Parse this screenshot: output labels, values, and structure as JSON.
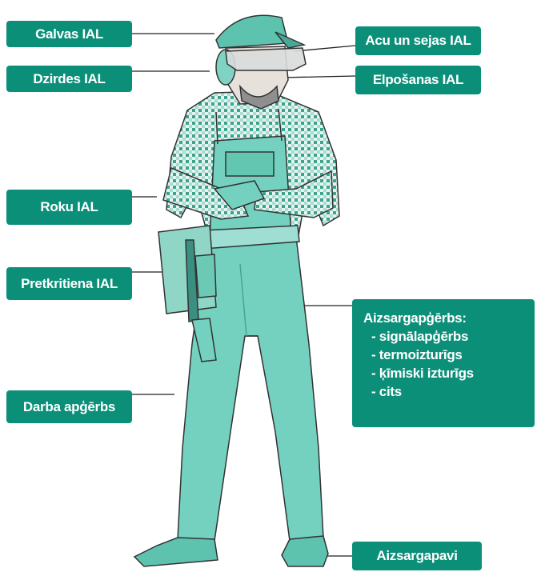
{
  "colors": {
    "label_bg": "#0c8f79",
    "leader_line": "#222222",
    "clothing": "#6fd0bd",
    "clothing_shade": "#3fa893",
    "shirt_dots": "#2f9c86",
    "skin": "#e6e1da",
    "outline": "#333333"
  },
  "labels": {
    "head": "Galvas IAL",
    "hearing": "Dzirdes IAL",
    "hands": "Roku IAL",
    "fall": "Pretkritiena IAL",
    "workwear": "Darba apģērbs",
    "eyes_face": "Acu un sejas IAL",
    "respiratory": "Elpošanas IAL",
    "footwear": "Aizsargapavi"
  },
  "protective_clothing": {
    "title": "Aizsargapģērbs:",
    "items": [
      "signālapģērbs",
      "termoizturīgs",
      "ķīmiski izturīgs",
      "cits"
    ]
  }
}
